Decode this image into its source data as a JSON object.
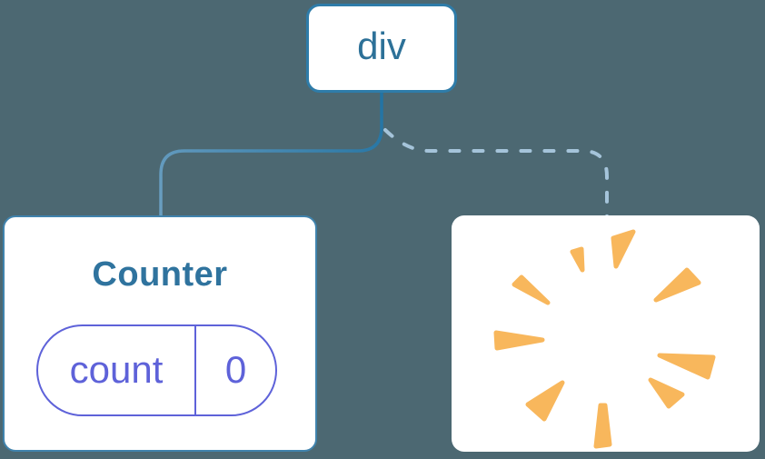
{
  "diagram": {
    "description": "component tree",
    "root_node": {
      "label": "div"
    },
    "counter_node": {
      "title": "Counter",
      "state_key": "count",
      "state_value": "0"
    },
    "destroyed_node": {
      "icon": "poof"
    },
    "edges": [
      {
        "from": "div",
        "to": "Counter",
        "style": "solid"
      },
      {
        "from": "div",
        "to": "destroyed",
        "style": "dashed"
      }
    ]
  },
  "colors": {
    "background": "#4C6872",
    "node_fill": "#ffffff",
    "root_border": "#2E7CA9",
    "counter_border": "#4083AD",
    "solid_edge_start": "#2173A3",
    "solid_edge_end": "#6B9FC1",
    "dashed_edge": "#A5C4DA",
    "node_text_blue": "#2F739E",
    "state_purple": "#5E62D9",
    "poof_orange": "#F8B75C"
  }
}
